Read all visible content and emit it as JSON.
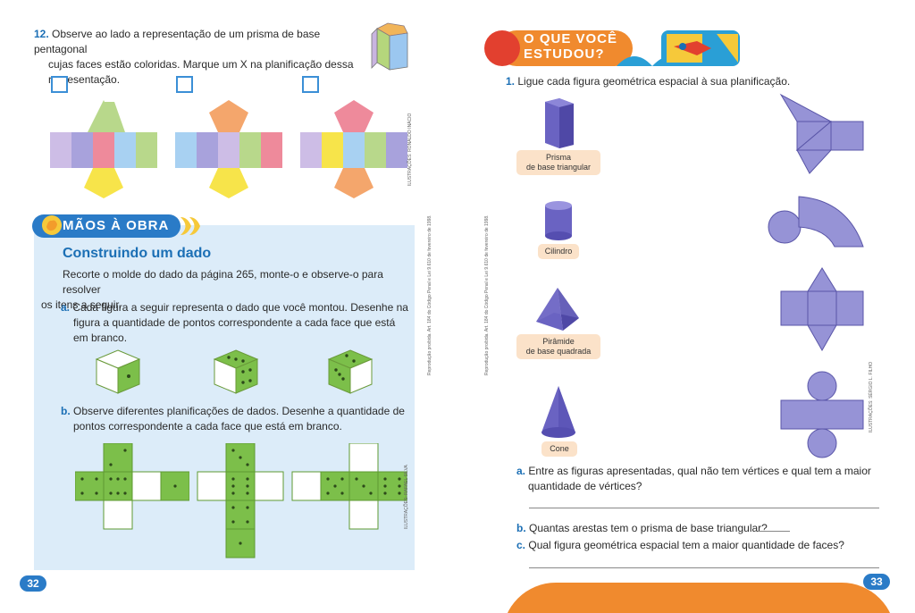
{
  "colors": {
    "blue_accent": "#1b6fb5",
    "panel_bg": "#dcecf9",
    "orange": "#f08a2e",
    "face_purple": "#8f8bd0",
    "dice_green": "#7cbf4a"
  },
  "left_page": {
    "q12": {
      "number": "12.",
      "line1": "Observe ao lado a representação de um prisma de base pentagonal",
      "line2": "cujas faces estão coloridas. Marque um X na planificação dessa",
      "line3": "representação."
    },
    "credit_top": "ILUSTRAÇÕES: RONALDO INÁCIO",
    "section_title": "MÃOS À OBRA",
    "activity_title": "Construindo um dado",
    "intro_line1": "Recorte o molde do dado da página 265, monte-o e observe-o para resolver",
    "intro_line2": "os itens a seguir.",
    "item_a": {
      "letter": "a.",
      "line1": "Cada figura a seguir representa o dado que você montou. Desenhe na",
      "line2": "figura a quantidade de pontos correspondente a cada face que está",
      "line3": "em branco."
    },
    "item_b": {
      "letter": "b.",
      "line1": "Observe diferentes planificações de dados. Desenhe a quantidade de",
      "line2": "pontos correspondente a cada face que está em branco."
    },
    "credit_bottom": "ILUSTRAÇÕES: RAFAEL SILVA",
    "legal_note": "Reprodução proibida. Art. 184 do Código Penal e Lei 9.610 de fevereiro de 1998.",
    "page_number": "32"
  },
  "right_page": {
    "banner_line1": "O QUE VOCÊ",
    "banner_line2": "ESTUDOU?",
    "q1": {
      "number": "1.",
      "text": "Ligue cada figura geométrica espacial à sua planificação."
    },
    "labels": {
      "prism_line1": "Prisma",
      "prism_line2": "de base triangular",
      "cylinder": "Cilindro",
      "pyramid_line1": "Pirâmide",
      "pyramid_line2": "de base quadrada",
      "cone": "Cone"
    },
    "credit": "ILUSTRAÇÕES: SÉRGIO L. FILHO",
    "legal_note": "Reprodução proibida. Art. 184 do Código Penal e Lei 9.610 de fevereiro de 1998.",
    "item_a": {
      "letter": "a.",
      "line1": "Entre as figuras apresentadas, qual não tem vértices e qual tem a maior",
      "line2": "quantidade de vértices?"
    },
    "item_b": {
      "letter": "b.",
      "text": "Quantas arestas tem o prisma de base triangular?"
    },
    "item_c": {
      "letter": "c.",
      "text": "Qual figura geométrica espacial tem a maior quantidade de faces?"
    },
    "page_number": "33"
  }
}
